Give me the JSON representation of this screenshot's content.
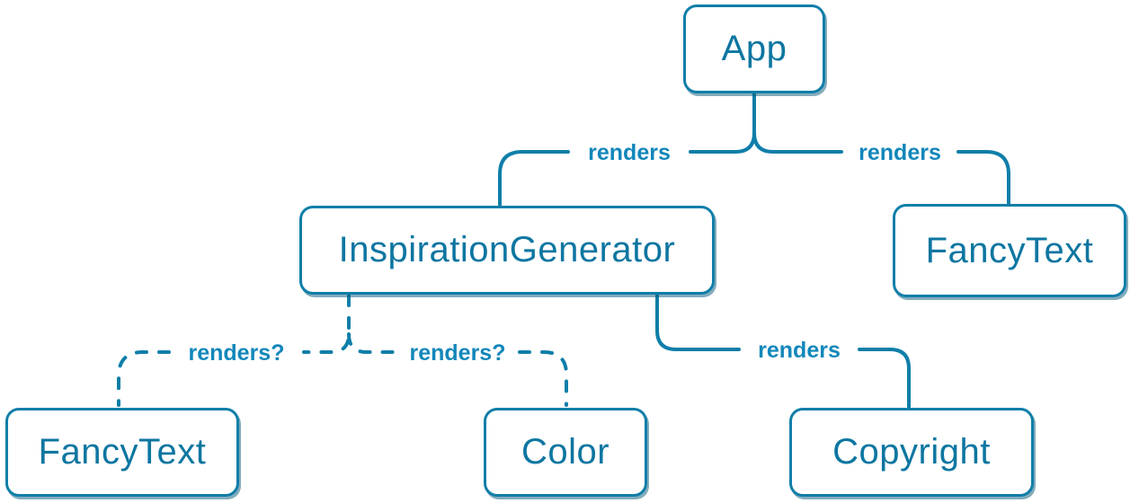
{
  "diagram": {
    "type": "tree",
    "nodes": [
      {
        "id": "app",
        "label": "App"
      },
      {
        "id": "inspiration-generator",
        "label": "InspirationGenerator"
      },
      {
        "id": "fancy-text-top",
        "label": "FancyText"
      },
      {
        "id": "fancy-text-bottom",
        "label": "FancyText"
      },
      {
        "id": "color",
        "label": "Color"
      },
      {
        "id": "copyright",
        "label": "Copyright"
      }
    ],
    "edges": [
      {
        "from": "App",
        "to": "InspirationGenerator",
        "label": "renders",
        "style": "solid"
      },
      {
        "from": "App",
        "to": "FancyText",
        "label": "renders",
        "style": "solid"
      },
      {
        "from": "InspirationGenerator",
        "to": "FancyText",
        "label": "renders?",
        "style": "dashed"
      },
      {
        "from": "InspirationGenerator",
        "to": "Color",
        "label": "renders?",
        "style": "dashed"
      },
      {
        "from": "InspirationGenerator",
        "to": "Copyright",
        "label": "renders",
        "style": "solid"
      }
    ],
    "colors": {
      "line": "#0F7EA9",
      "edge_label": "#1287BA",
      "node_text": "#0D76A1",
      "node_background": "#FFFFFF",
      "node_shadow": "rgba(10,90,122,0.5)",
      "background": "#FFFFFF"
    }
  }
}
